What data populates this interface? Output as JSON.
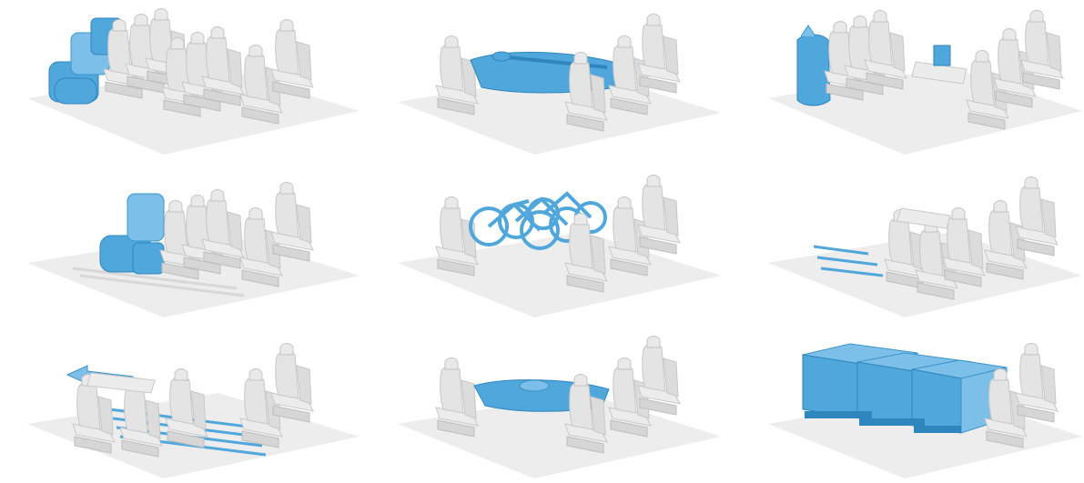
{
  "configurations": [
    {
      "id": "cfg-1",
      "row": 1,
      "col": 1,
      "cargo": "bags-behind-rows"
    },
    {
      "id": "cfg-2",
      "row": 1,
      "col": 2,
      "cargo": "kayak-and-paddle"
    },
    {
      "id": "cfg-3",
      "row": 1,
      "col": 3,
      "cargo": "bag-and-table-laptop"
    },
    {
      "id": "cfg-4",
      "row": 2,
      "col": 1,
      "cargo": "bags-rows-slid"
    },
    {
      "id": "cfg-5",
      "row": 2,
      "col": 2,
      "cargo": "bicycles"
    },
    {
      "id": "cfg-6",
      "row": 2,
      "col": 3,
      "cargo": "seats-slid-on-rails"
    },
    {
      "id": "cfg-7",
      "row": 3,
      "col": 1,
      "cargo": "seats-slid-forward-arrow"
    },
    {
      "id": "cfg-8",
      "row": 3,
      "col": 2,
      "cargo": "kayak"
    },
    {
      "id": "cfg-9",
      "row": 3,
      "col": 3,
      "cargo": "pallet-boxes"
    }
  ],
  "colors": {
    "cargo": "#4fa7dc",
    "seat": "#e4e4e4",
    "floor": "#ededed"
  }
}
